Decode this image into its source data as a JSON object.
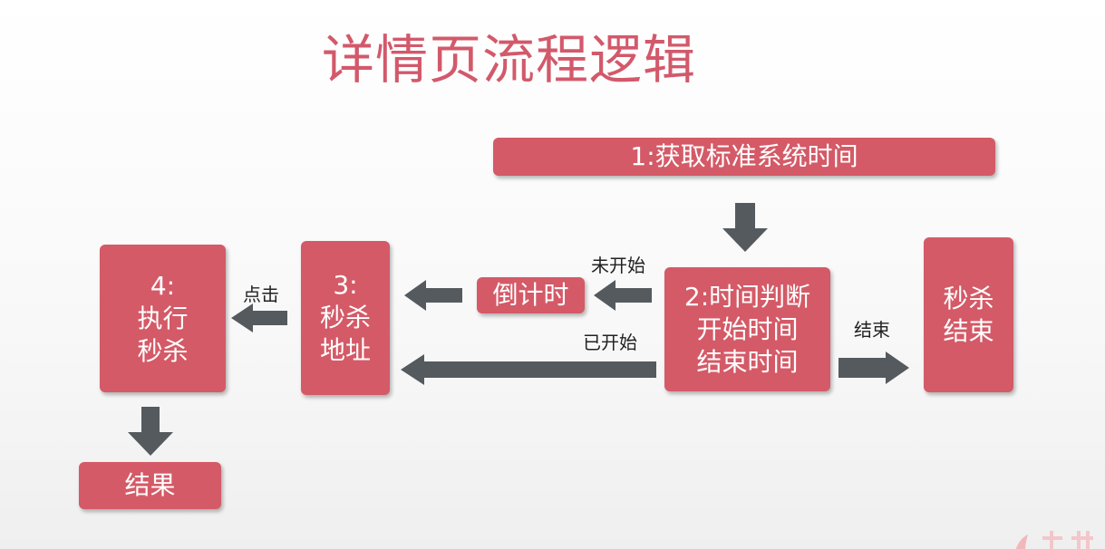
{
  "title": "详情页流程逻辑",
  "nodes": {
    "step1": "1:获取标准系统时间",
    "step2": [
      "2:时间判断",
      "开始时间",
      "结束时间"
    ],
    "countdown": "倒计时",
    "step3": [
      "3:",
      "秒杀",
      "地址"
    ],
    "step4": [
      "4:",
      "执行",
      "秒杀"
    ],
    "ended": [
      "秒杀",
      "结束"
    ],
    "result": "结果"
  },
  "edge_labels": {
    "not_started": "未开始",
    "started": "已开始",
    "ended": "结束",
    "click": "点击"
  },
  "colors": {
    "box": "#d45a67",
    "title": "#d2596b",
    "arrow": "#555a5e",
    "box_text": "#ffffff"
  }
}
